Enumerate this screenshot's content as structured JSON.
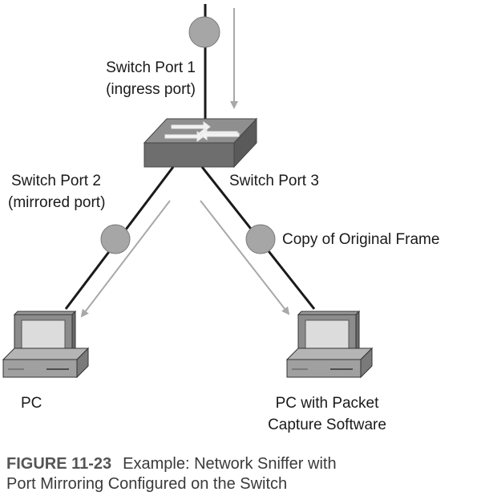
{
  "labels": {
    "port1_line1": "Switch Port 1",
    "port1_line2": "(ingress port)",
    "port2_line1": "Switch Port 2",
    "port2_line2": "(mirrored port)",
    "port3": "Switch Port 3",
    "copy_frame": "Copy of Original Frame",
    "pc_left": "PC",
    "pc_right_line1": "PC with Packet",
    "pc_right_line2": "Capture Software"
  },
  "caption": {
    "figure_number": "FIGURE 11-23",
    "text_line1": "Example: Network Sniffer with",
    "text_line2": "Port Mirroring Configured on the Switch"
  },
  "colors": {
    "link": "#1a1a1a",
    "frame_dot": "#a6a6a6",
    "flow_arrow": "#a8a8a8",
    "switch_top": "#8f8f8f",
    "switch_front": "#6e6e6e",
    "switch_side": "#5a5a5a"
  },
  "icons": [
    "switch-icon",
    "computer-icon",
    "frame-dot-icon",
    "flow-arrow-icon"
  ]
}
